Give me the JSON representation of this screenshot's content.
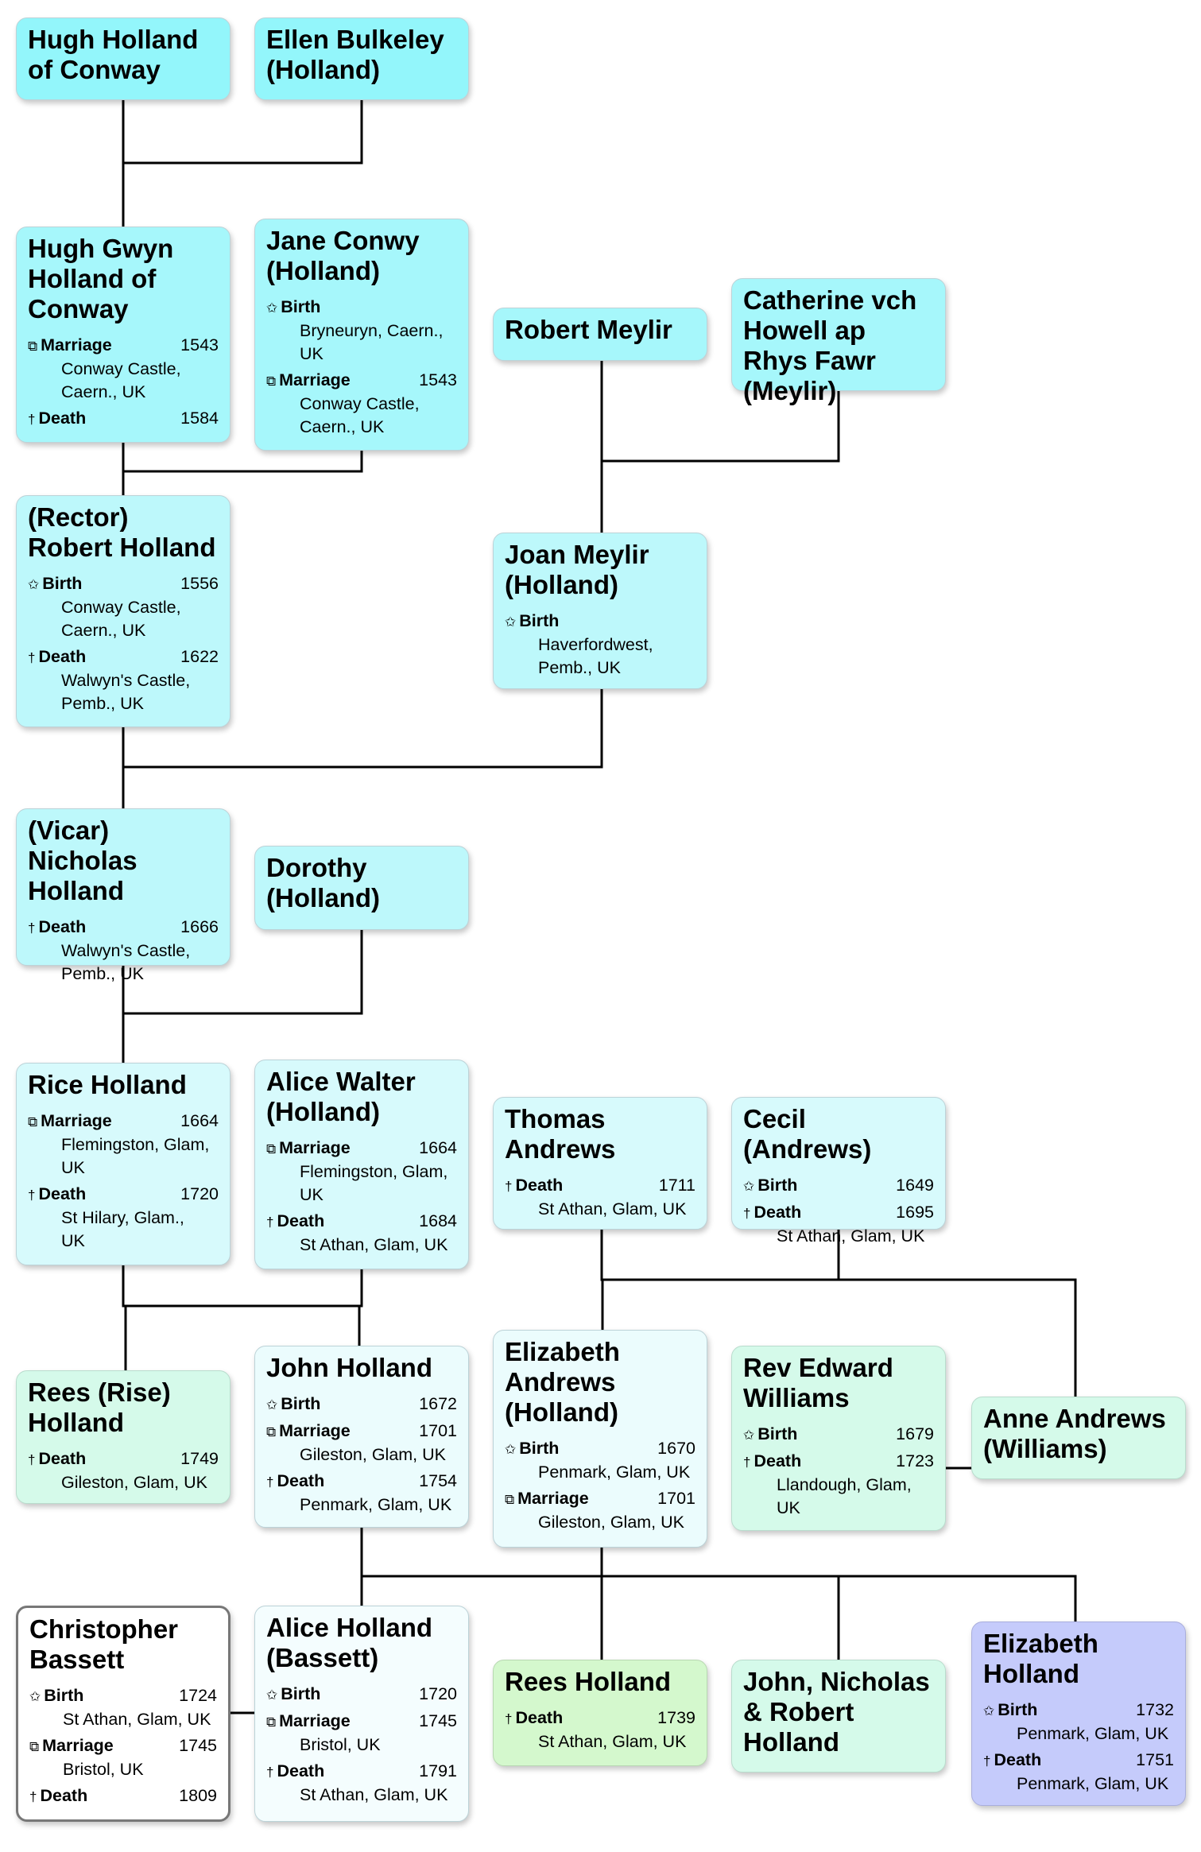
{
  "people": [
    {
      "name": "Hugh Holland of Conway",
      "events": []
    },
    {
      "name": "Ellen Bulkeley (Holland)",
      "events": []
    },
    {
      "name": "Hugh Gwyn Holland of Conway",
      "events": [
        {
          "icon": "marriage-icon",
          "type": "Marriage",
          "year": "1543",
          "place": [
            "Conway Castle,",
            "Caern., UK"
          ]
        },
        {
          "icon": "death-icon",
          "type": "Death",
          "year": "1584",
          "place": []
        }
      ]
    },
    {
      "name": "Jane Conwy (Holland)",
      "events": [
        {
          "icon": "birth-icon",
          "type": "Birth",
          "year": "",
          "place": [
            "Bryneuryn, Caern.,",
            "UK"
          ]
        },
        {
          "icon": "marriage-icon",
          "type": "Marriage",
          "year": "1543",
          "place": [
            "Conway Castle,",
            "Caern., UK"
          ]
        }
      ]
    },
    {
      "name": "Robert Meylir",
      "events": []
    },
    {
      "name": "Catherine vch Howell ap Rhys Fawr (Meylir)",
      "events": []
    },
    {
      "name": "(Rector) Robert Holland",
      "events": [
        {
          "icon": "birth-icon",
          "type": "Birth",
          "year": "1556",
          "place": [
            "Conway Castle,",
            "Caern., UK"
          ]
        },
        {
          "icon": "death-icon",
          "type": "Death",
          "year": "1622",
          "place": [
            "Walwyn's Castle,",
            "Pemb., UK"
          ]
        }
      ]
    },
    {
      "name": "Joan Meylir (Holland)",
      "events": [
        {
          "icon": "birth-icon",
          "type": "Birth",
          "year": "",
          "place": [
            "Haverfordwest,",
            "Pemb., UK"
          ]
        }
      ]
    },
    {
      "name": "(Vicar) Nicholas Holland",
      "events": [
        {
          "icon": "death-icon",
          "type": "Death",
          "year": "1666",
          "place": [
            "Walwyn's Castle,",
            "Pemb., UK"
          ]
        }
      ]
    },
    {
      "name": "Dorothy (Holland)",
      "events": []
    },
    {
      "name": "Rice Holland",
      "events": [
        {
          "icon": "marriage-icon",
          "type": "Marriage",
          "year": "1664",
          "place": [
            "Flemingston, Glam,",
            "UK"
          ]
        },
        {
          "icon": "death-icon",
          "type": "Death",
          "year": "1720",
          "place": [
            "St Hilary, Glam.,",
            "UK"
          ]
        }
      ]
    },
    {
      "name": "Alice Walter (Holland)",
      "events": [
        {
          "icon": "marriage-icon",
          "type": "Marriage",
          "year": "1664",
          "place": [
            "Flemingston, Glam,",
            "UK"
          ]
        },
        {
          "icon": "death-icon",
          "type": "Death",
          "year": "1684",
          "place": [
            "St Athan, Glam, UK"
          ]
        }
      ]
    },
    {
      "name": "Thomas Andrews",
      "events": [
        {
          "icon": "death-icon",
          "type": "Death",
          "year": "1711",
          "place": [
            "St Athan, Glam, UK"
          ]
        }
      ]
    },
    {
      "name": "Cecil (Andrews)",
      "events": [
        {
          "icon": "birth-icon",
          "type": "Birth",
          "year": "1649",
          "place": []
        },
        {
          "icon": "death-icon",
          "type": "Death",
          "year": "1695",
          "place": [
            "St Athan, Glam, UK"
          ]
        }
      ]
    },
    {
      "name": "Rees (Rise) Holland",
      "events": [
        {
          "icon": "death-icon",
          "type": "Death",
          "year": "1749",
          "place": [
            "Gileston, Glam, UK"
          ]
        }
      ]
    },
    {
      "name": "John Holland",
      "events": [
        {
          "icon": "birth-icon",
          "type": "Birth",
          "year": "1672",
          "place": []
        },
        {
          "icon": "marriage-icon",
          "type": "Marriage",
          "year": "1701",
          "place": [
            "Gileston, Glam, UK"
          ]
        },
        {
          "icon": "death-icon",
          "type": "Death",
          "year": "1754",
          "place": [
            "Penmark, Glam, UK"
          ]
        }
      ]
    },
    {
      "name": "Elizabeth Andrews (Holland)",
      "events": [
        {
          "icon": "birth-icon",
          "type": "Birth",
          "year": "1670",
          "place": [
            "Penmark, Glam, UK"
          ]
        },
        {
          "icon": "marriage-icon",
          "type": "Marriage",
          "year": "1701",
          "place": [
            "Gileston, Glam, UK"
          ]
        }
      ]
    },
    {
      "name": "Rev Edward Williams",
      "events": [
        {
          "icon": "birth-icon",
          "type": "Birth",
          "year": "1679",
          "place": []
        },
        {
          "icon": "death-icon",
          "type": "Death",
          "year": "1723",
          "place": [
            "Llandough, Glam,",
            "UK"
          ]
        }
      ]
    },
    {
      "name": "Anne Andrews (Williams)",
      "events": []
    },
    {
      "name": "Christopher Bassett",
      "events": [
        {
          "icon": "birth-icon",
          "type": "Birth",
          "year": "1724",
          "place": [
            "St Athan, Glam, UK"
          ]
        },
        {
          "icon": "marriage-icon",
          "type": "Marriage",
          "year": "1745",
          "place": [
            "Bristol, UK"
          ]
        },
        {
          "icon": "death-icon",
          "type": "Death",
          "year": "1809",
          "place": []
        }
      ]
    },
    {
      "name": "Alice Holland (Bassett)",
      "events": [
        {
          "icon": "birth-icon",
          "type": "Birth",
          "year": "1720",
          "place": []
        },
        {
          "icon": "marriage-icon",
          "type": "Marriage",
          "year": "1745",
          "place": [
            "Bristol, UK"
          ]
        },
        {
          "icon": "death-icon",
          "type": "Death",
          "year": "1791",
          "place": [
            "St Athan, Glam, UK"
          ]
        }
      ]
    },
    {
      "name": "Rees Holland",
      "events": [
        {
          "icon": "death-icon",
          "type": "Death",
          "year": "1739",
          "place": [
            "St Athan, Glam, UK"
          ]
        }
      ]
    },
    {
      "name": "John, Nicholas & Robert Holland",
      "events": []
    },
    {
      "name": "Elizabeth Holland",
      "events": [
        {
          "icon": "birth-icon",
          "type": "Birth",
          "year": "1732",
          "place": [
            "Penmark, Glam, UK"
          ]
        },
        {
          "icon": "death-icon",
          "type": "Death",
          "year": "1751",
          "place": [
            "Penmark, Glam, UK"
          ]
        }
      ]
    }
  ]
}
